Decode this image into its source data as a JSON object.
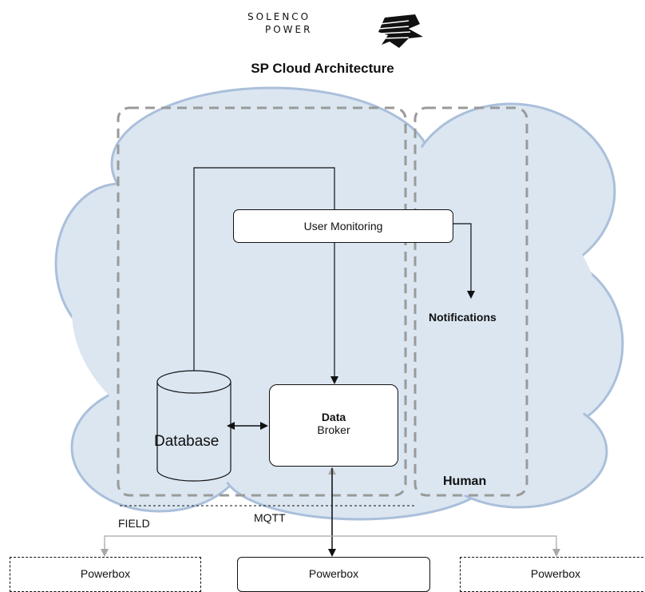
{
  "logo": {
    "line1": "SOLENCO",
    "line2": "POWER"
  },
  "title": "SP Cloud Architecture",
  "nodes": {
    "user_monitoring": "User Monitoring",
    "notifications": "Notifications",
    "database": "Database",
    "data_broker_line1": "Data",
    "data_broker_line2": "Broker",
    "human": "Human"
  },
  "labels": {
    "field": "FIELD",
    "mqtt": "MQTT"
  },
  "powerboxes": [
    {
      "label": "Powerbox",
      "style": "dashed"
    },
    {
      "label": "Powerbox",
      "style": "solid"
    },
    {
      "label": "Powerbox",
      "style": "dashed"
    }
  ],
  "colors": {
    "cloud_fill": "#dbe6f1",
    "cloud_stroke": "#aabfda",
    "dashed_frame": "#9a9a9a",
    "arrow_dark": "#111111",
    "arrow_gray": "#a8a8a8"
  }
}
